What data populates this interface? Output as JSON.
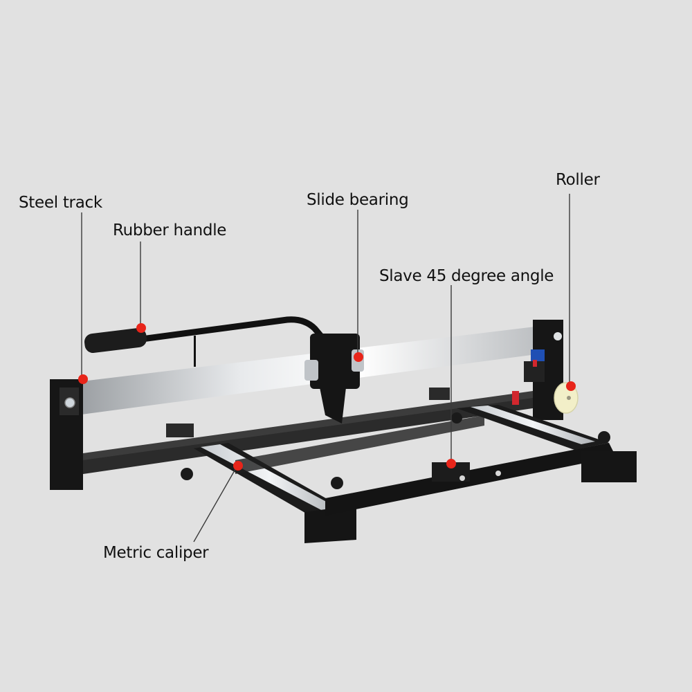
{
  "background_color": "#e1e1e1",
  "marker_color": "#e8251a",
  "labels": [
    {
      "id": "steel-track",
      "text": "Steel track"
    },
    {
      "id": "rubber-handle",
      "text": "Rubber handle"
    },
    {
      "id": "slide-bearing",
      "text": "Slide bearing"
    },
    {
      "id": "roller",
      "text": "Roller"
    },
    {
      "id": "slave-45-degree-angle",
      "text": "Slave 45 degree angle"
    },
    {
      "id": "metric-caliper",
      "text": "Metric caliper"
    }
  ]
}
